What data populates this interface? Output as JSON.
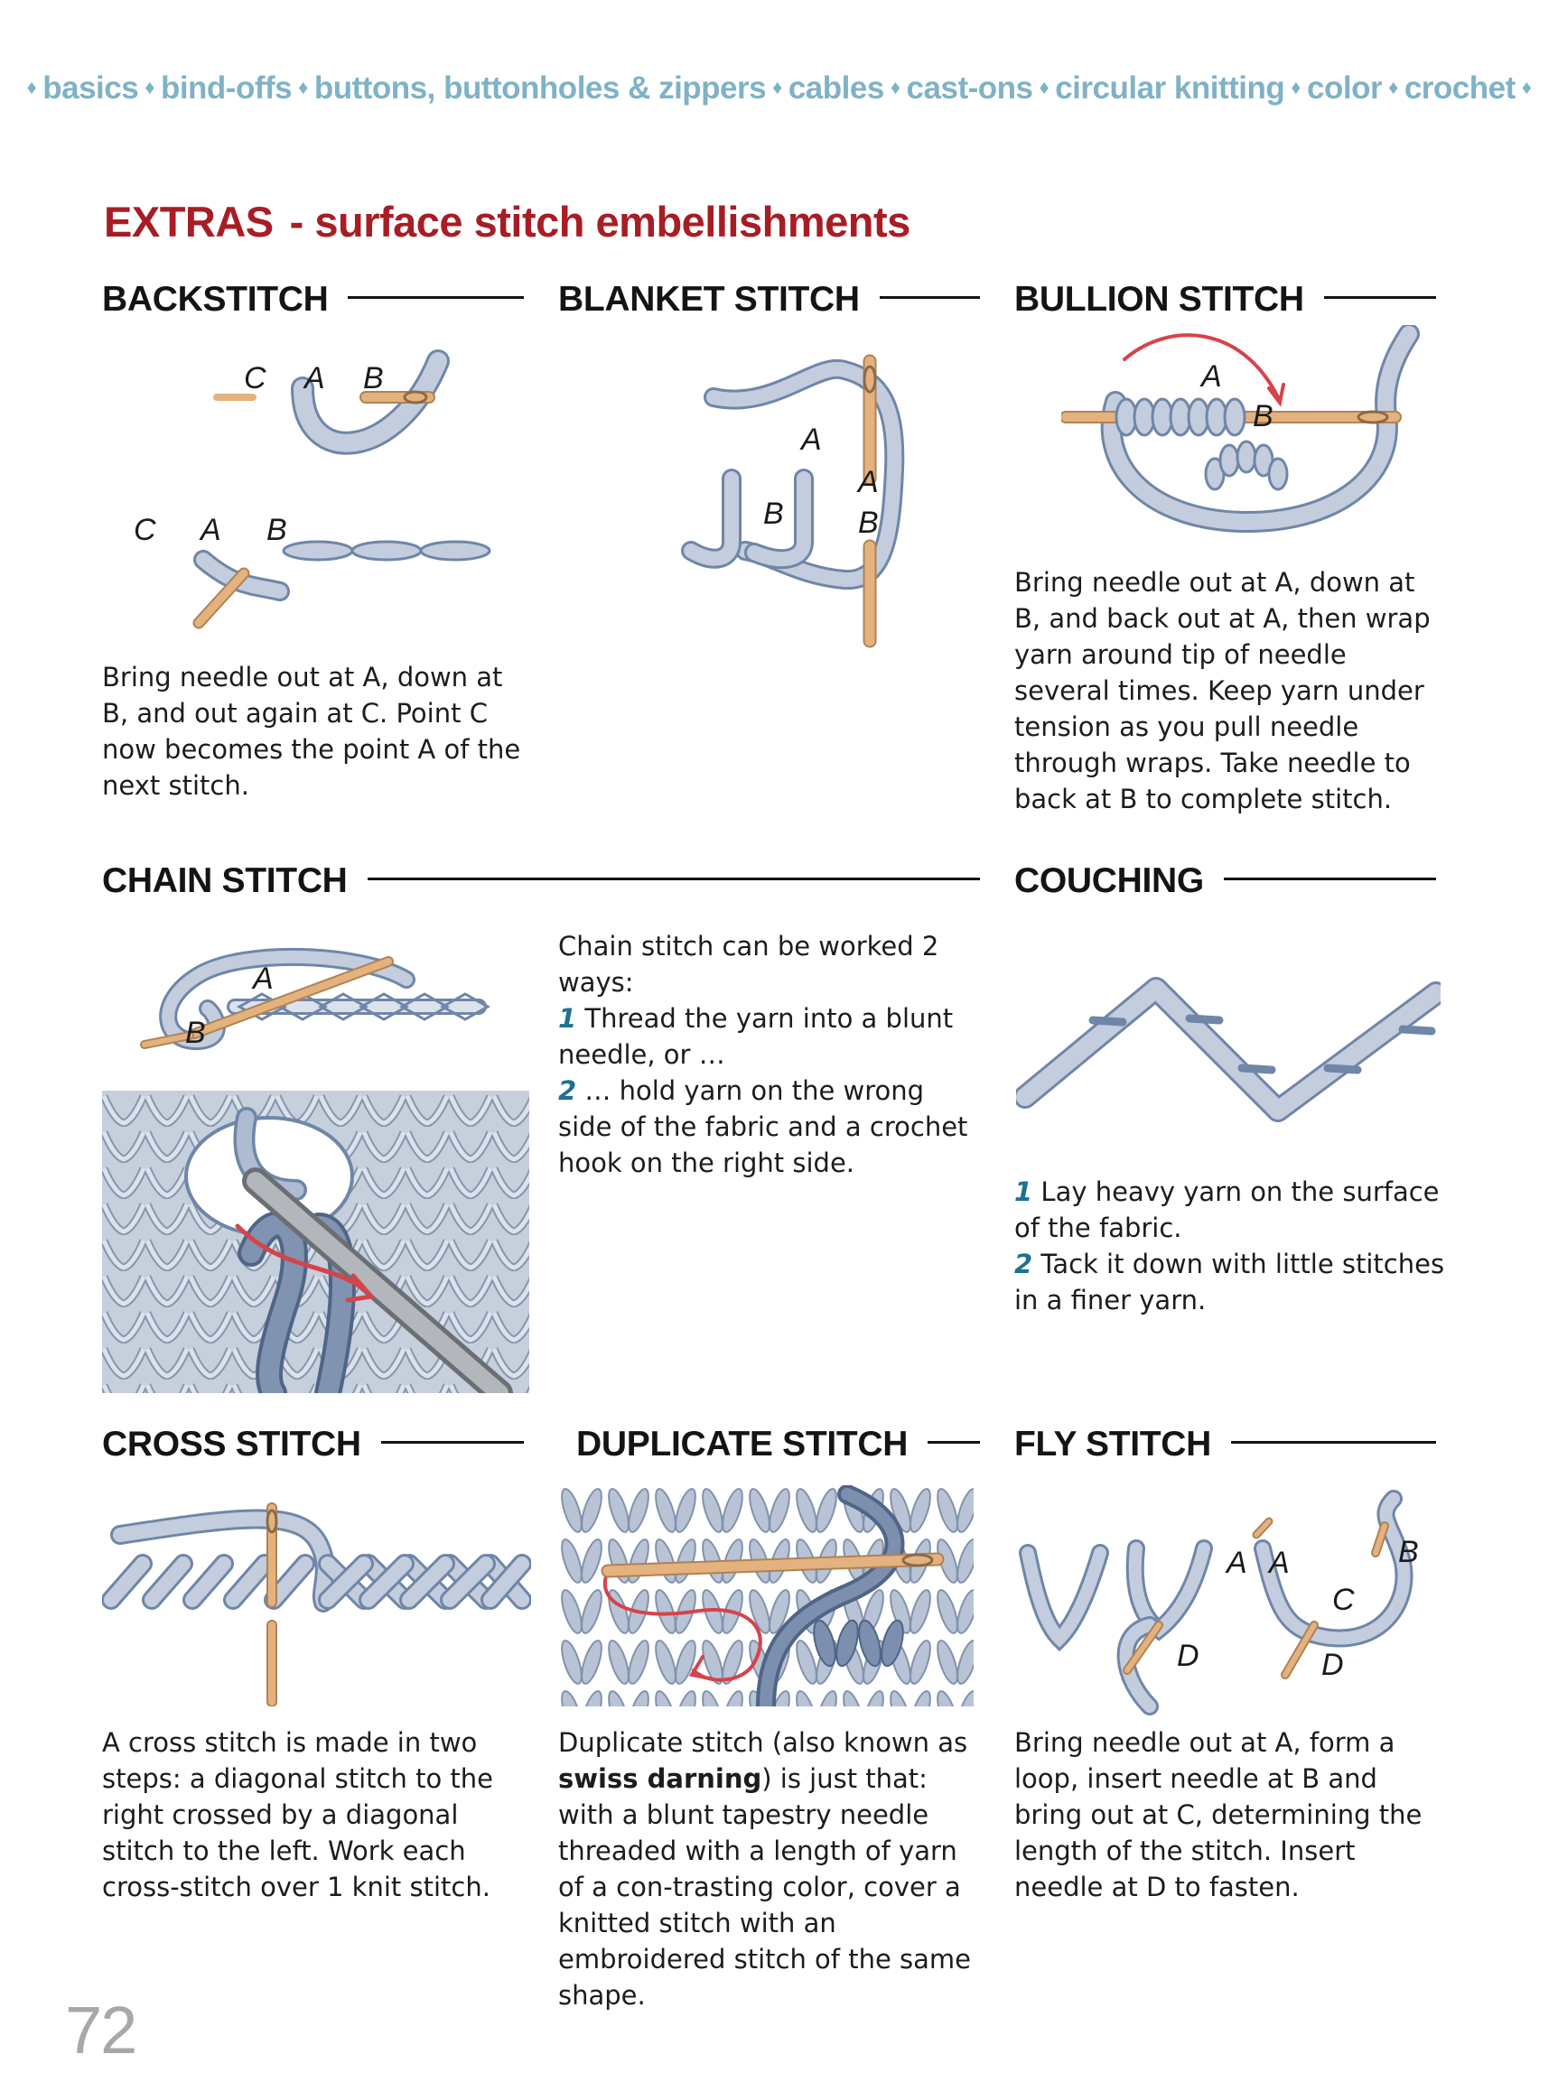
{
  "nav": {
    "items": [
      "basics",
      "bind-offs",
      "buttons, buttonholes & zippers",
      "cables",
      "cast-ons",
      "circular knitting",
      "color",
      "crochet"
    ],
    "separator": "♦"
  },
  "section": {
    "title": "EXTRAS",
    "subtitle": "- surface stitch embellishments"
  },
  "backstitch": {
    "title": "BACKSTITCH",
    "labels": [
      "C",
      "A",
      "B",
      "C",
      "A",
      "B"
    ],
    "text": "Bring needle out at A, down at B, and out again at C. Point C now becomes the point A of the next stitch."
  },
  "blanket": {
    "title": "BLANKET STITCH",
    "labels": [
      "A",
      "A",
      "B",
      "B"
    ]
  },
  "bullion": {
    "title": "BULLION STITCH",
    "labels": [
      "A",
      "B"
    ],
    "text": "Bring needle out at A, down at B, and back out at A, then wrap yarn around tip of needle several times. Keep yarn under tension as you pull needle through wraps. Take needle to back at B to complete stitch."
  },
  "chain": {
    "title": "CHAIN STITCH",
    "labels": [
      "A",
      "B"
    ],
    "intro": "Chain stitch can be worked 2 ways:",
    "steps": [
      {
        "num": "1",
        "text": "Thread the yarn into a blunt needle, or …"
      },
      {
        "num": "2",
        "text": "… hold yarn on the wrong side of the fabric and a crochet hook on the right side."
      }
    ]
  },
  "couching": {
    "title": "COUCHING",
    "steps": [
      {
        "num": "1",
        "text": "Lay heavy yarn on the surface of the fabric."
      },
      {
        "num": "2",
        "text": "Tack it down with little stitches in a finer yarn."
      }
    ]
  },
  "cross": {
    "title": "CROSS STITCH",
    "text": "A cross stitch is made in two steps: a diagonal stitch to the right crossed by a diagonal stitch to the left. Work each cross-stitch over 1 knit stitch."
  },
  "duplicate": {
    "title": "DUPLICATE STITCH",
    "text_before": "Duplicate stitch (also known as ",
    "text_bold": "swiss darning",
    "text_after": ") is just that: with a blunt tapestry needle threaded with a length of yarn of a con-trasting color, cover a knitted stitch with an embroidered stitch of the same shape."
  },
  "fly": {
    "title": "FLY STITCH",
    "labels": [
      "A",
      "A",
      "B",
      "C",
      "D",
      "D"
    ],
    "text": "Bring needle out at A, form a loop, insert needle at B and bring out at C, determining the length of the stitch. Insert needle at D to fasten."
  },
  "page_number": "72",
  "colors": {
    "nav": "#7fb2c6",
    "title_red": "#a81d24",
    "yarn": "#aebbd0",
    "yarn_dark": "#6f86a8",
    "needle": "#e4b27e",
    "arrow": "#d6434a",
    "num_blue": "#1d7290"
  }
}
